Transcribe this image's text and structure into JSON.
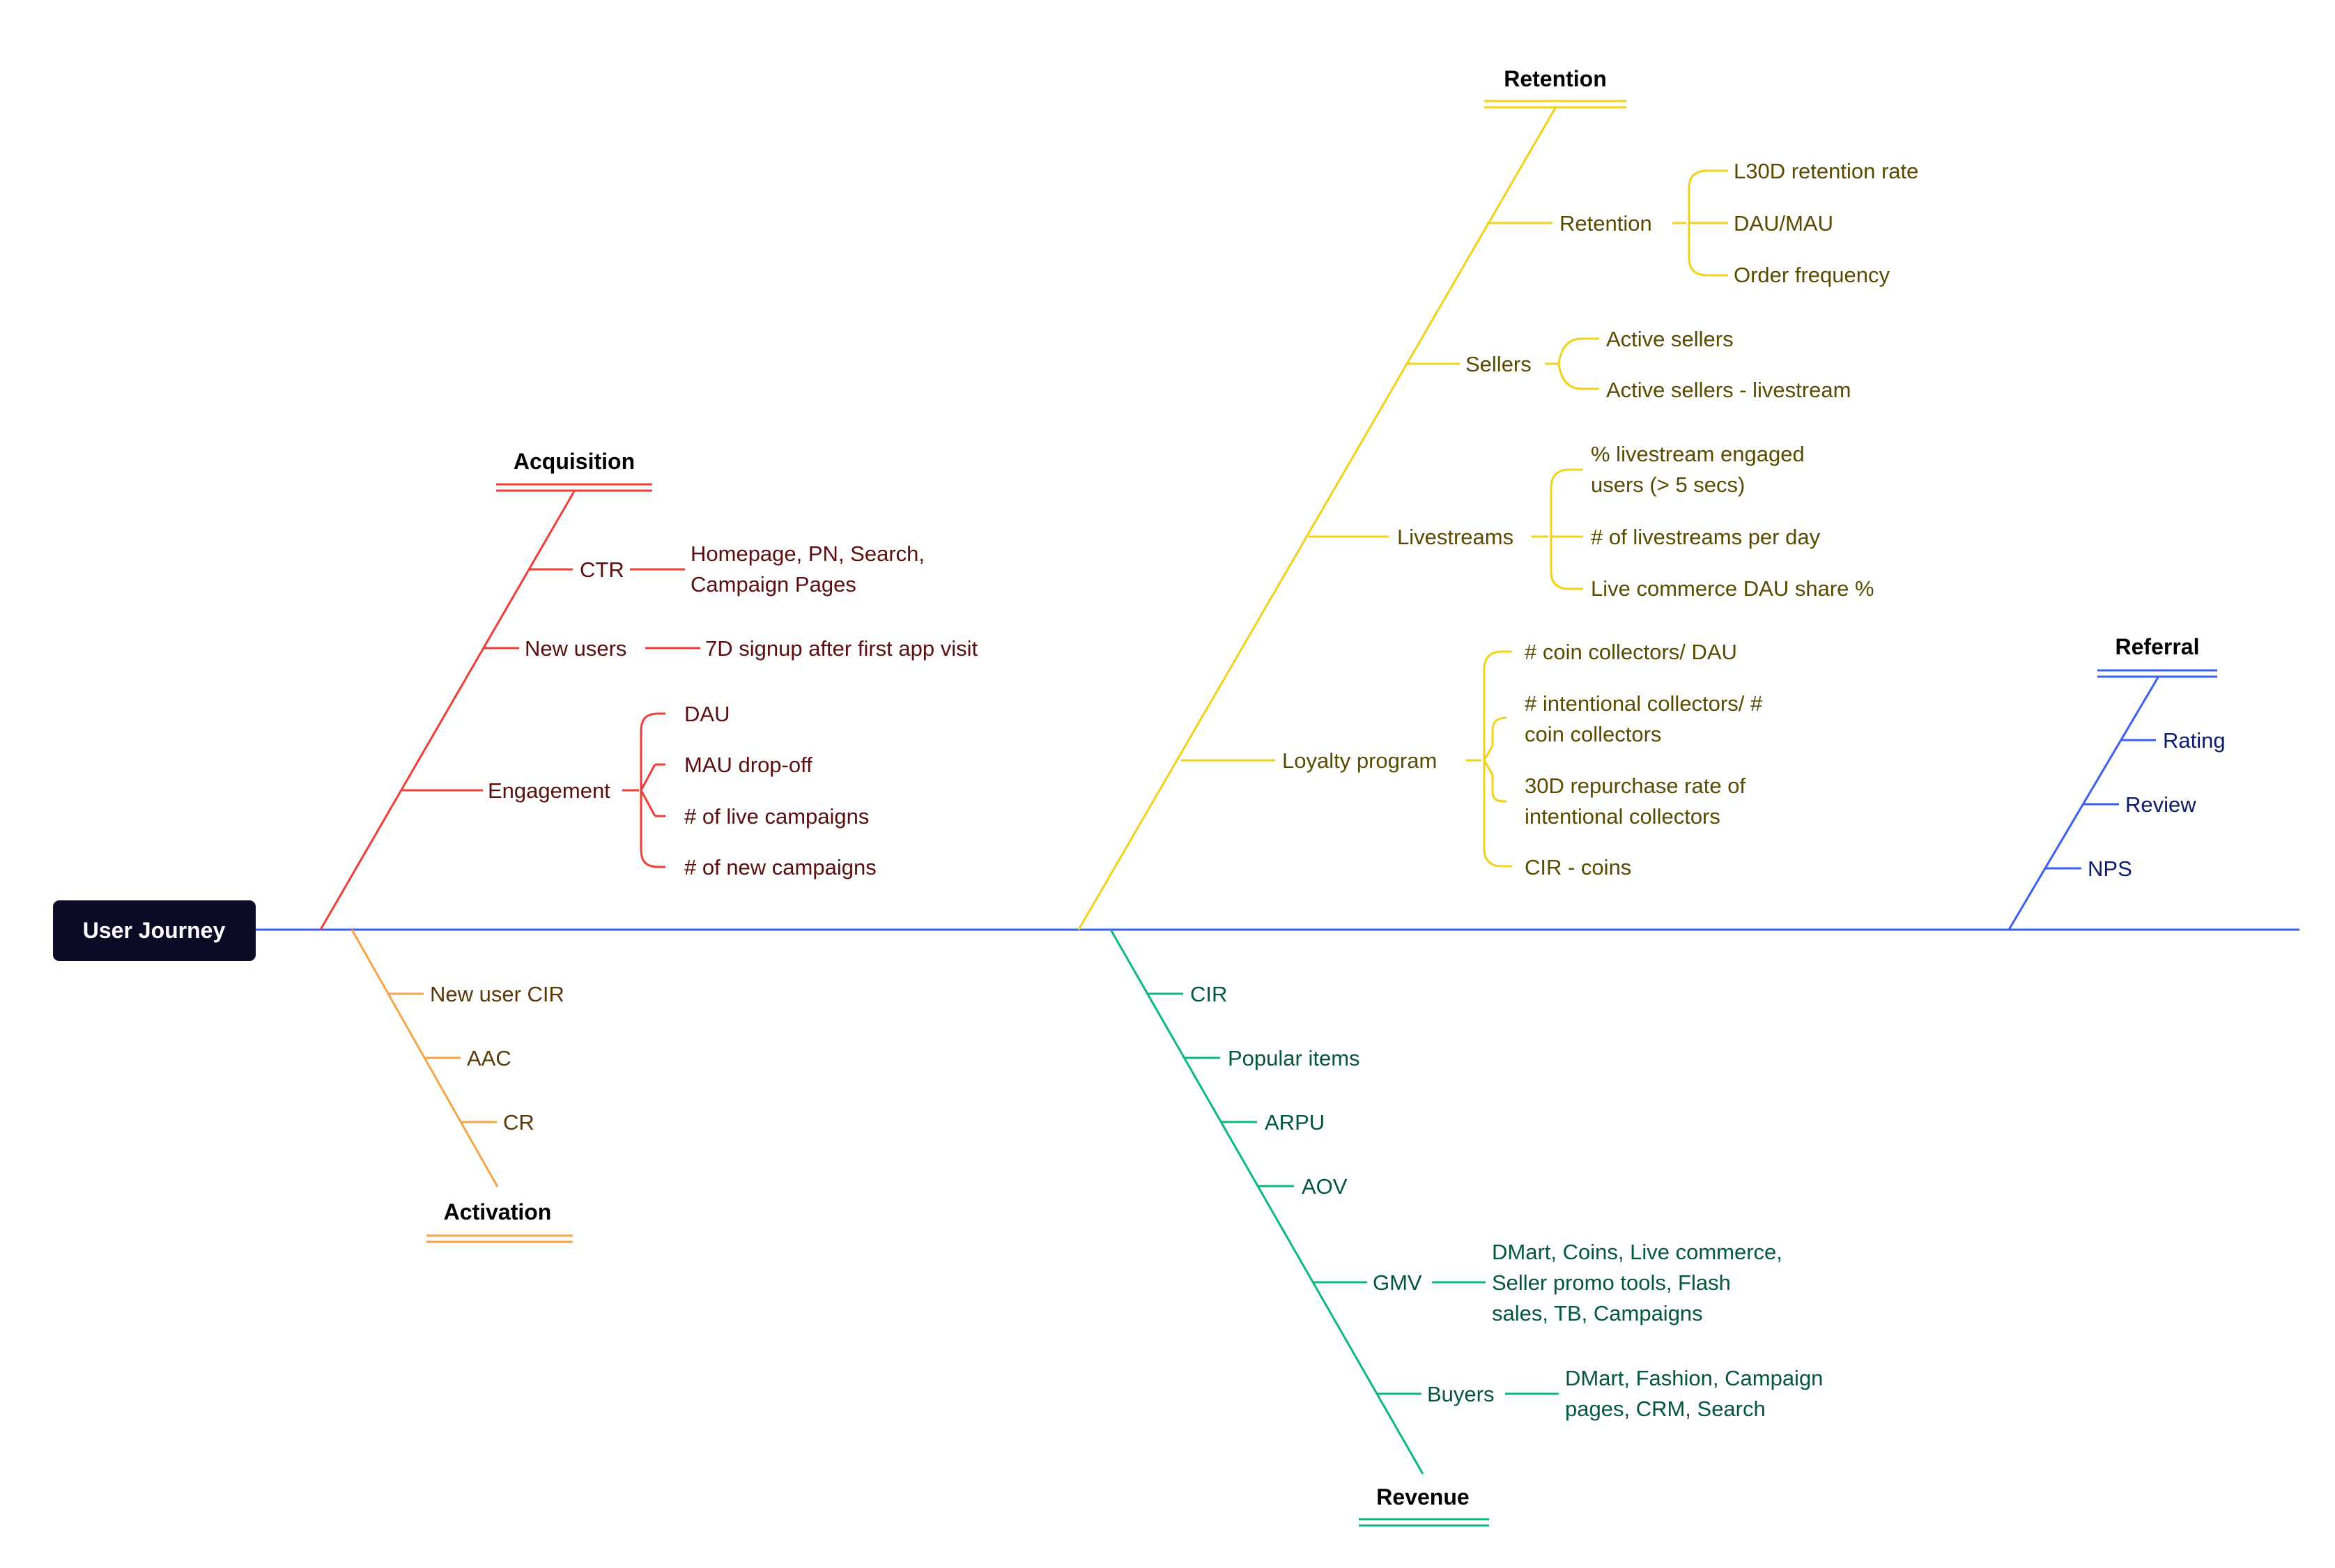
{
  "root": {
    "label": "User Journey"
  },
  "colors": {
    "acquisition": "#ef3e36",
    "acquisition_text": "#5c0d0d",
    "activation": "#f7a348",
    "activation_text": "#5a3608",
    "retention": "#f2d11b",
    "retention_text": "#5a4a00",
    "revenue": "#0cb87f",
    "revenue_text": "#03573b",
    "referral": "#3a5ef0",
    "referral_text": "#0b1a6b",
    "spine": "#3a5ef0",
    "root_bg": "#0b0b26"
  },
  "acquisition": {
    "title": "Acquisition",
    "items": [
      {
        "label": "CTR",
        "leaves": [
          {
            "lines": [
              "Homepage, PN, Search,",
              "Campaign Pages"
            ]
          }
        ]
      },
      {
        "label": "New users",
        "leaves": [
          {
            "lines": [
              "7D signup after first app visit"
            ]
          }
        ]
      },
      {
        "label": "Engagement",
        "leaves": [
          {
            "lines": [
              "DAU"
            ]
          },
          {
            "lines": [
              "MAU drop-off"
            ]
          },
          {
            "lines": [
              "# of live campaigns"
            ]
          },
          {
            "lines": [
              "# of new campaigns"
            ]
          }
        ]
      }
    ]
  },
  "activation": {
    "title": "Activation",
    "items": [
      {
        "label": "New user CIR"
      },
      {
        "label": "AAC"
      },
      {
        "label": "CR"
      }
    ]
  },
  "retention": {
    "title": "Retention",
    "items": [
      {
        "label": "Retention",
        "leaves": [
          {
            "lines": [
              "L30D retention rate"
            ]
          },
          {
            "lines": [
              "DAU/MAU"
            ]
          },
          {
            "lines": [
              "Order frequency"
            ]
          }
        ]
      },
      {
        "label": "Sellers",
        "leaves": [
          {
            "lines": [
              "Active sellers"
            ]
          },
          {
            "lines": [
              "Active sellers - livestream"
            ]
          }
        ]
      },
      {
        "label": "Livestreams",
        "leaves": [
          {
            "lines": [
              "% livestream engaged",
              "users (> 5 secs)"
            ]
          },
          {
            "lines": [
              "# of livestreams per day"
            ]
          },
          {
            "lines": [
              "Live commerce DAU share %"
            ]
          }
        ]
      },
      {
        "label": "Loyalty program",
        "leaves": [
          {
            "lines": [
              "# coin collectors/ DAU"
            ]
          },
          {
            "lines": [
              "# intentional collectors/ #",
              "coin collectors"
            ]
          },
          {
            "lines": [
              "30D repurchase rate of",
              "intentional collectors"
            ]
          },
          {
            "lines": [
              "CIR - coins"
            ]
          }
        ]
      }
    ]
  },
  "revenue": {
    "title": "Revenue",
    "items": [
      {
        "label": "CIR"
      },
      {
        "label": "Popular items"
      },
      {
        "label": "ARPU"
      },
      {
        "label": "AOV"
      },
      {
        "label": "GMV",
        "leaves": [
          {
            "lines": [
              "DMart, Coins, Live commerce,",
              "Seller promo tools, Flash",
              "sales, TB, Campaigns"
            ]
          }
        ]
      },
      {
        "label": "Buyers",
        "leaves": [
          {
            "lines": [
              "DMart, Fashion, Campaign",
              "pages, CRM, Search"
            ]
          }
        ]
      }
    ]
  },
  "referral": {
    "title": "Referral",
    "items": [
      {
        "label": "Rating"
      },
      {
        "label": "Review"
      },
      {
        "label": "NPS"
      }
    ]
  }
}
